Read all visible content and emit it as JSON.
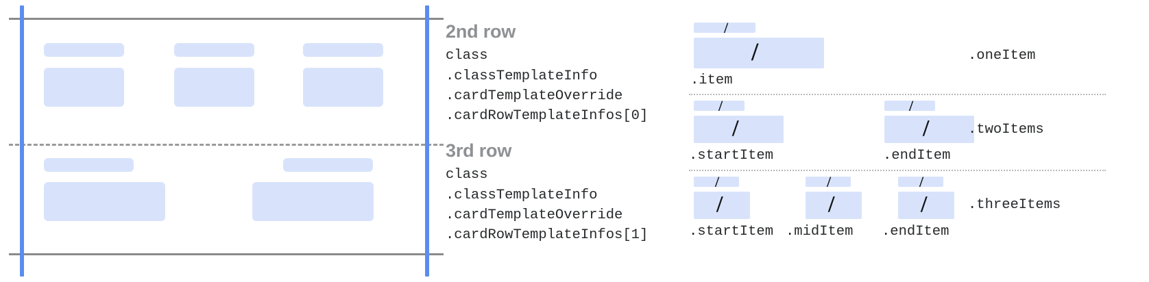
{
  "diagram": {
    "card": {
      "rows": [
        {
          "name": "2nd row",
          "title": "2nd row",
          "code_lines": [
            "class",
            ".classTemplateInfo",
            ".cardTemplateOverride",
            ".cardRowTemplateInfos[0]"
          ],
          "cells": 3
        },
        {
          "name": "3rd row",
          "title": "3rd row",
          "code_lines": [
            "class",
            ".classTemplateInfo",
            ".cardTemplateOverride",
            ".cardRowTemplateInfos[1]"
          ],
          "cells": 2
        }
      ]
    },
    "item_layouts": [
      {
        "row_label": ".oneItem",
        "items": [
          {
            "label": ".item",
            "glyph": "/"
          }
        ]
      },
      {
        "row_label": ".twoItems",
        "items": [
          {
            "label": ".startItem",
            "glyph": "/"
          },
          {
            "label": ".endItem",
            "glyph": "/"
          }
        ]
      },
      {
        "row_label": ".threeItems",
        "items": [
          {
            "label": ".startItem",
            "glyph": "/"
          },
          {
            "label": ".midItem",
            "glyph": "/"
          },
          {
            "label": ".endItem",
            "glyph": "/"
          }
        ]
      }
    ],
    "colors": {
      "placeholder_fill": "#d8e3fb",
      "guide_blue": "#5b8def",
      "rule_gray": "#8a8a8a",
      "dashed_gray": "#9a9a9a",
      "title_gray": "#8e9194",
      "code_text": "#27292b"
    }
  }
}
